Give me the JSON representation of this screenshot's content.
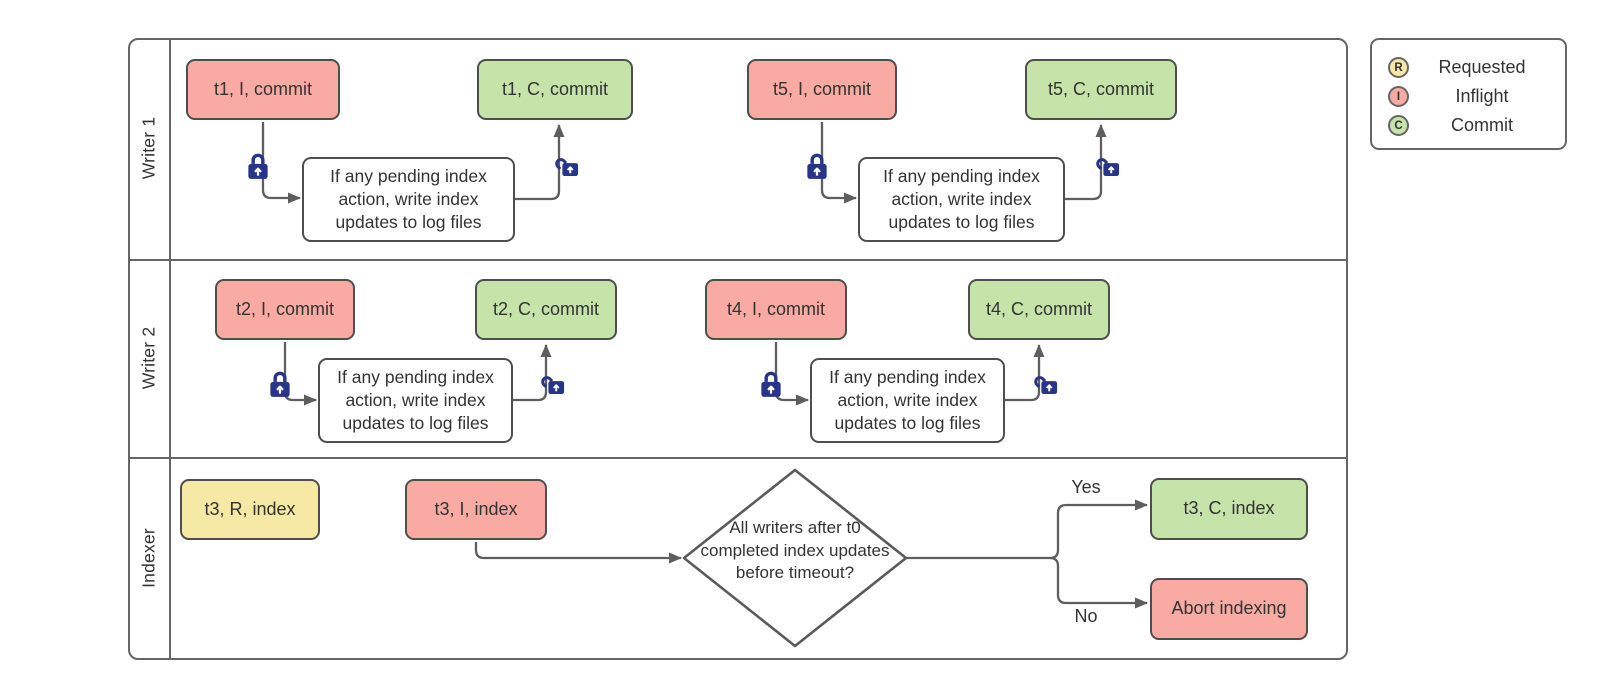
{
  "lanes": [
    {
      "label": "Writer 1"
    },
    {
      "label": "Writer 2"
    },
    {
      "label": "Indexer"
    }
  ],
  "nodes": {
    "t1_inflight": "t1, I, commit",
    "t1_commit": "t1, C, commit",
    "t5_inflight": "t5, I, commit",
    "t5_commit": "t5, C, commit",
    "t2_inflight": "t2, I, commit",
    "t2_commit": "t2, C, commit",
    "t4_inflight": "t4, I, commit",
    "t4_commit": "t4, C, commit",
    "t3_requested": "t3, R, index",
    "t3_inflight": "t3, I, index",
    "t3_commit": "t3, C, index",
    "abort": "Abort indexing"
  },
  "step_text": "If any pending index action, write index updates to log files",
  "decision": {
    "question": "All writers after t0 completed index updates before timeout?",
    "yes_label": "Yes",
    "no_label": "No"
  },
  "legend": {
    "items": [
      {
        "letter": "R",
        "label": "Requested",
        "color": "#f6e9a6"
      },
      {
        "letter": "I",
        "label": "Inflight",
        "color": "#f9aba3"
      },
      {
        "letter": "C",
        "label": "Commit",
        "color": "#c6e3aa"
      }
    ]
  },
  "colors": {
    "requested": "#f6e9a6",
    "inflight": "#f9aba3",
    "commit": "#c6e3aa",
    "node-border": "#4e4e4e",
    "line": "#5e5e5e",
    "lane-border": "#666666",
    "lock": "#28348a",
    "text": "#333333"
  }
}
